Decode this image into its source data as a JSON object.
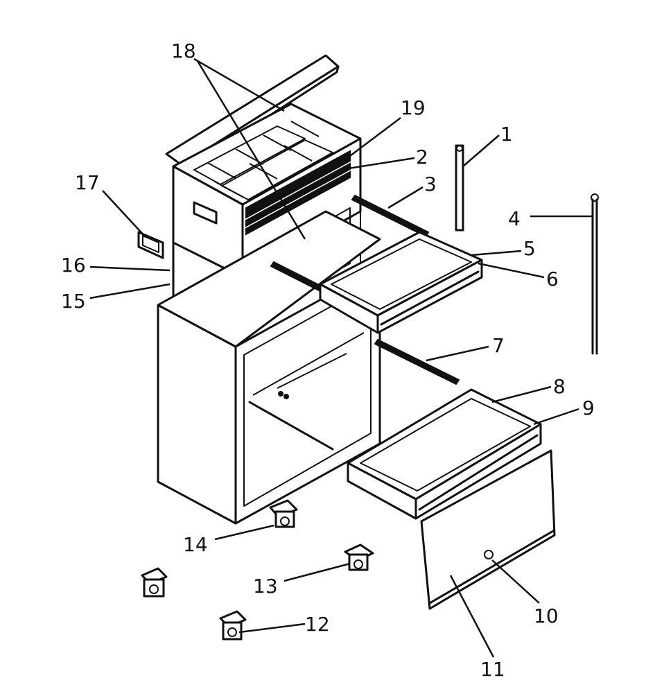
{
  "callouts": [
    {
      "id": "c1",
      "text": "1"
    },
    {
      "id": "c2",
      "text": "2"
    },
    {
      "id": "c3",
      "text": "3"
    },
    {
      "id": "c4",
      "text": "4"
    },
    {
      "id": "c5",
      "text": "5"
    },
    {
      "id": "c6",
      "text": "6"
    },
    {
      "id": "c7",
      "text": "7"
    },
    {
      "id": "c8",
      "text": "8"
    },
    {
      "id": "c9",
      "text": "9"
    },
    {
      "id": "c10",
      "text": "10"
    },
    {
      "id": "c11",
      "text": "11"
    },
    {
      "id": "c12",
      "text": "12"
    },
    {
      "id": "c13",
      "text": "13"
    },
    {
      "id": "c14",
      "text": "14"
    },
    {
      "id": "c15",
      "text": "15"
    },
    {
      "id": "c16",
      "text": "16"
    },
    {
      "id": "c17",
      "text": "17"
    },
    {
      "id": "c18",
      "text": "18"
    },
    {
      "id": "c19",
      "text": "19"
    }
  ],
  "colors": {
    "ink": "#111111",
    "paper": "#ffffff"
  }
}
